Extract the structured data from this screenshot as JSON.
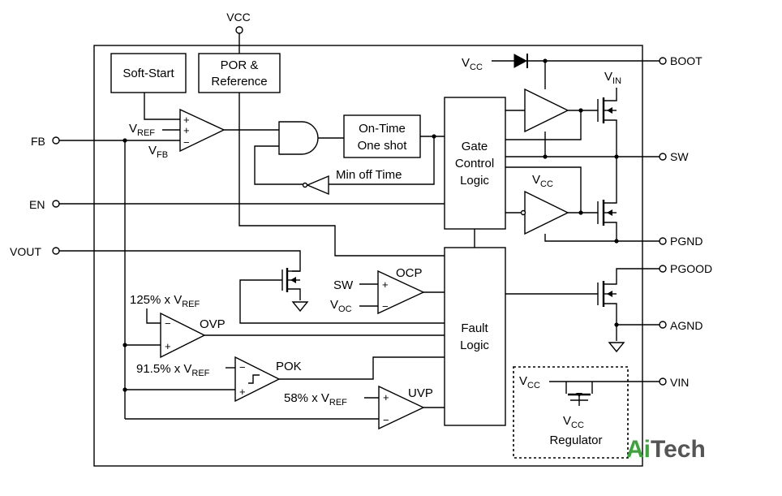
{
  "pins": {
    "vcc": "VCC",
    "fb": "FB",
    "en": "EN",
    "vout": "VOUT",
    "boot": "BOOT",
    "sw": "SW",
    "pgnd": "PGND",
    "pgood": "PGOOD",
    "agnd": "AGND",
    "vin": "VIN"
  },
  "blocks": {
    "soft_start": "Soft-Start",
    "por_line1": "POR &",
    "por_line2": "Reference",
    "on_time_line1": "On-Time",
    "on_time_line2": "One shot",
    "gate_line1": "Gate",
    "gate_line2": "Control",
    "gate_line3": "Logic",
    "fault_line1": "Fault",
    "fault_line2": "Logic",
    "min_off": "Min off Time",
    "regulator": "Regulator"
  },
  "labels": {
    "vref_v": "V",
    "vref_sub": "REF",
    "vfb_v": "V",
    "vfb_sub": "FB",
    "vcc_v": "V",
    "vcc_sub": "CC",
    "vin_v": "V",
    "vin_sub": "IN",
    "voc_v": "V",
    "voc_sub": "OC",
    "ocp": "OCP",
    "ovp": "OVP",
    "pok": "POK",
    "uvp": "UVP",
    "sw_in": "SW",
    "pct125": "125% x V",
    "pct915": "91.5% x V",
    "pct58": "58% x V"
  },
  "signs": {
    "plus": "+",
    "minus": "−"
  },
  "watermark": {
    "ai": "Ai",
    "tech": "Tech",
    "ai_color": "#3aa63a",
    "tech_color": "#555555"
  }
}
